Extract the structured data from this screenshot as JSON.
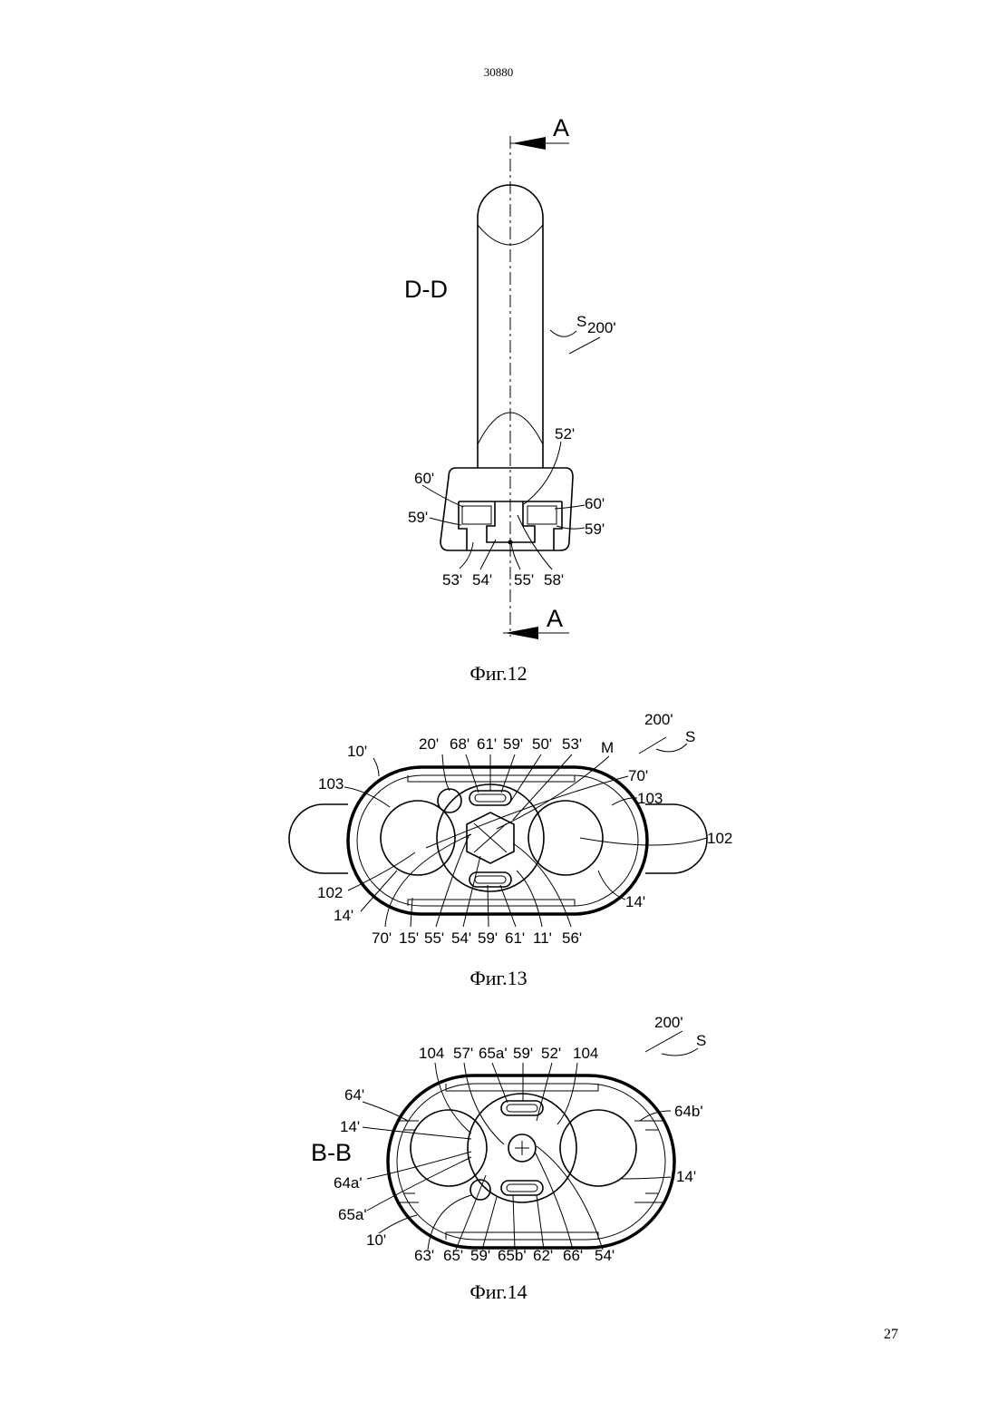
{
  "header": {
    "doc_number": "30880"
  },
  "footer": {
    "page_number": "27"
  },
  "fig12": {
    "caption": "Фиг.12",
    "section_label": "D-D",
    "arrow_label_top": "A",
    "arrow_label_bottom": "A",
    "refs": [
      "S",
      "200'",
      "52'",
      "60'",
      "60'",
      "59'",
      "59'",
      "53'",
      "54'",
      "55'",
      "58'"
    ]
  },
  "fig13": {
    "caption": "Фиг.13",
    "refs_top": [
      "20'",
      "68'",
      "61'",
      "59'",
      "50'",
      "53'",
      "M"
    ],
    "refs_misc": [
      "200'",
      "S",
      "10'",
      "103",
      "103",
      "70'",
      "102",
      "102",
      "14'",
      "14'"
    ],
    "refs_bottom": [
      "70'",
      "15'",
      "55'",
      "54'",
      "59'",
      "61'",
      "11'",
      "56'"
    ]
  },
  "fig14": {
    "caption": "Фиг.14",
    "section_label": "B-B",
    "refs_top": [
      "104",
      "57'",
      "65a'",
      "59'",
      "52'",
      "104"
    ],
    "refs_misc": [
      "200'",
      "S",
      "64'",
      "14'",
      "64b'",
      "64a'",
      "14'",
      "65a'",
      "10'"
    ],
    "refs_bottom": [
      "63'",
      "65'",
      "59'",
      "65b'",
      "62'",
      "66'",
      "54'"
    ]
  }
}
